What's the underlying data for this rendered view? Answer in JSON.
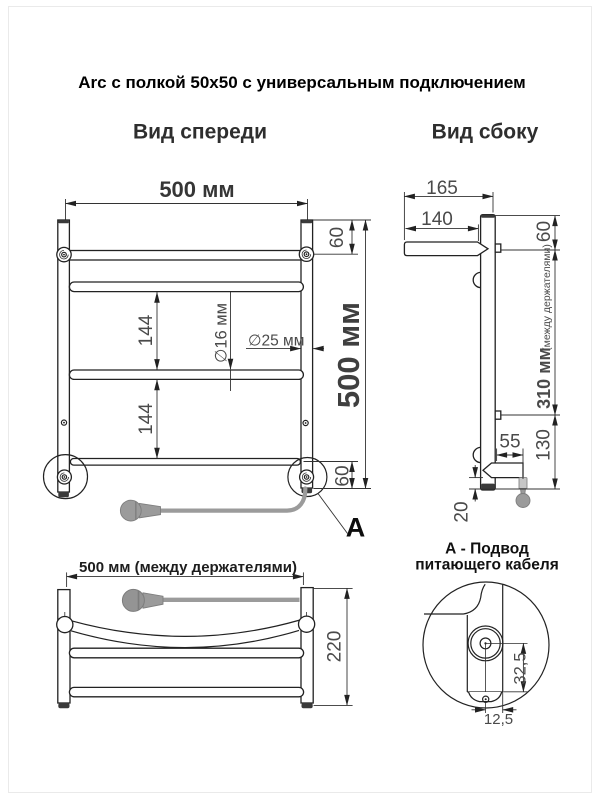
{
  "title": "Arc с полкой 50x50 с универсальным подключением",
  "front_view": {
    "label": "Вид спереди",
    "dim_width_top": "500 мм",
    "dim_height": "500 мм",
    "dim_offset_top": "60",
    "dim_offset_bottom": "60",
    "dim_gap_upper": "144",
    "dim_gap_lower": "144",
    "dim_tube": "∅16 мм",
    "dim_post": "∅25 мм",
    "callout_letter": "A"
  },
  "side_view": {
    "label": "Вид сбоку",
    "dim_depth_total": "165",
    "dim_shelf": "140",
    "dim_offset_top": "60",
    "dim_holders_value": "310 мм",
    "dim_holders_note": "(между держателями)",
    "dim_cable": "55",
    "dim_bottom": "130",
    "dim_foot": "20"
  },
  "top_view": {
    "dim_width": "500 мм (между держателями)",
    "dim_depth": "220"
  },
  "detail": {
    "caption_line1": "А - Подвод",
    "caption_line2": "питающего кабеля",
    "dim_vertical": "32,5",
    "dim_horizontal": "12,5"
  }
}
